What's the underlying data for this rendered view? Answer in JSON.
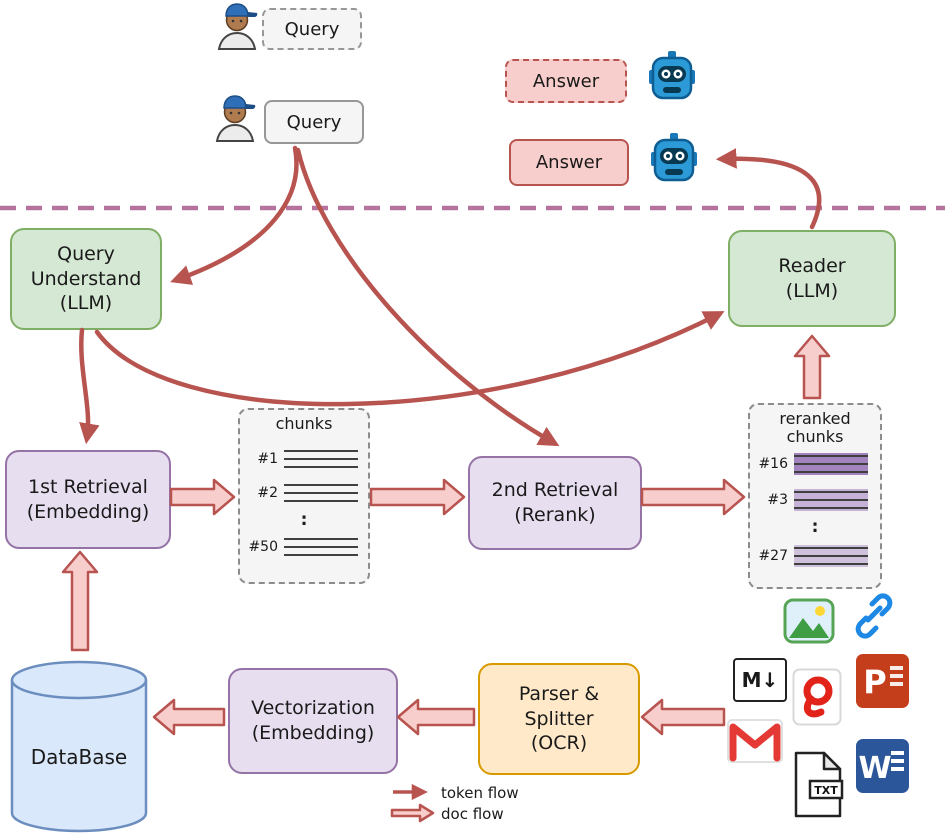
{
  "top": {
    "query_draft": "Query",
    "query_final": "Query",
    "answer_draft": "Answer",
    "answer_final": "Answer"
  },
  "nodes": {
    "query_understand": "Query\nUnderstand\n(LLM)",
    "reader": "Reader\n(LLM)",
    "first_retrieval": "1st Retrieval\n(Embedding)",
    "second_retrieval": "2nd Retrieval\n(Rerank)",
    "vectorization": "Vectorization\n(Embedding)",
    "parser_splitter": "Parser &\nSplitter\n(OCR)",
    "database": "DataBase"
  },
  "chunks_box": {
    "title": "chunks",
    "items": [
      "#1",
      "#2",
      ":",
      "#50"
    ]
  },
  "reranked_box": {
    "title": "reranked\nchunks",
    "items": [
      "#16",
      "#3",
      ":",
      "#27"
    ]
  },
  "legend": {
    "token_flow": "token flow",
    "doc_flow": "doc flow"
  },
  "icon_text": {
    "markdown": "M↓",
    "txt": "TXT",
    "powerpoint": "P",
    "word": "W"
  },
  "colors": {
    "token_arrow": "#b85450",
    "doc_arrow_fill": "#f8cecc",
    "green_fill": "#d5e8d4",
    "green_border": "#7fae65",
    "purple_fill": "#e7def0",
    "purple_border": "#9673a6",
    "orange_fill": "#ffe9c9",
    "orange_border": "#d79b00",
    "database_fill": "#dae8fc",
    "database_border": "#6c8ebf",
    "answer_fill": "#f8cecc",
    "answer_border": "#b85450",
    "separator": "#b5739d"
  }
}
